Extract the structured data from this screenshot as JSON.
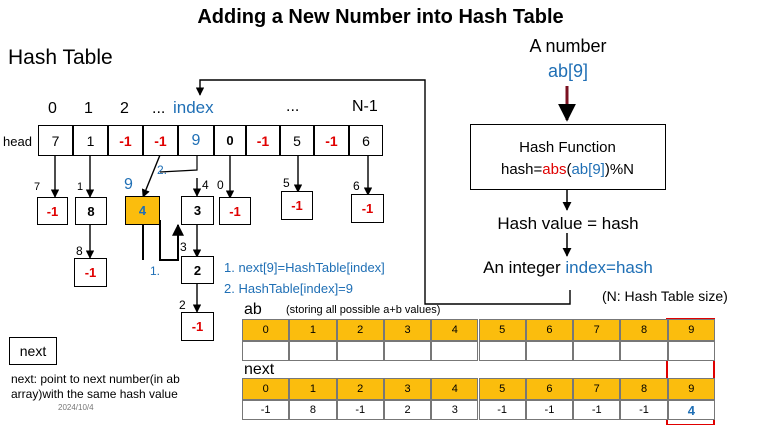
{
  "title": "Adding a New Number into Hash Table",
  "hash_table_label": "Hash Table",
  "index_labels": [
    "0",
    "1",
    "2",
    "...",
    "index",
    "...",
    "N-1"
  ],
  "head_label": "head",
  "head_values": [
    "7",
    "1",
    "-1",
    "-1",
    "9",
    "0",
    "-1",
    "5",
    "-1",
    "6"
  ],
  "chain_tops": [
    "7",
    "1",
    "9",
    "4",
    "0",
    "5",
    "6"
  ],
  "chain_nodes": [
    "-1",
    "8",
    "4",
    "3",
    "-1",
    "-1",
    "-1"
  ],
  "chain2_labels": [
    "8",
    "3"
  ],
  "chain2_nodes": [
    "-1",
    "2"
  ],
  "chain3_labels": [
    "2"
  ],
  "chain3_nodes": [
    "-1"
  ],
  "step_labels": {
    "s1": "1.",
    "s2": "2."
  },
  "steps": {
    "step1": "1. next[9]=HashTable[index]",
    "step2": "2. HashTable[index]=9"
  },
  "right": {
    "a_number": "A number",
    "ab9": "ab[9]",
    "hash_function": "Hash Function",
    "hash_prefix": "hash=",
    "hash_abs": "abs",
    "hash_paren_open": "(",
    "hash_ab9": "ab[9]",
    "hash_suffix": ")%N",
    "hash_value": "Hash value = hash",
    "integer_prefix": "An integer ",
    "integer_highlight": "index=hash",
    "n_note": "(N: Hash Table size)"
  },
  "ab_label": "ab",
  "ab_note": "(storing all possible a+b values)",
  "ab_indices": [
    "0",
    "1",
    "2",
    "3",
    "4",
    "5",
    "6",
    "7",
    "8",
    "9"
  ],
  "next_label": "next",
  "next_indices": [
    "0",
    "1",
    "2",
    "3",
    "4",
    "5",
    "6",
    "7",
    "8",
    "9"
  ],
  "next_values": [
    "-1",
    "8",
    "-1",
    "2",
    "3",
    "-1",
    "-1",
    "-1",
    "-1",
    "4"
  ],
  "next_box": "next",
  "next_desc_line1": "next: point to next number(in ab",
  "next_desc_line2": "array)with the same hash value",
  "date": "2024/10/4",
  "colors": {
    "red": "#e00000",
    "blue": "#1f6fb5",
    "gold": "#fbbd0d",
    "highlight": "#e00000"
  }
}
